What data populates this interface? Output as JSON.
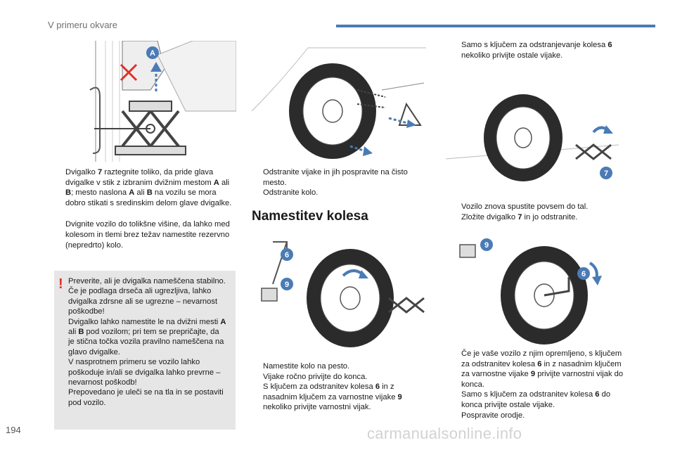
{
  "header": {
    "title": "V primeru okvare"
  },
  "page_number": "194",
  "watermark": "carmanualsonline.info",
  "figures": {
    "jack": {
      "callout": "A"
    },
    "remove_wheel": {},
    "lower": {
      "callout": "7"
    },
    "fit_wheel": {
      "callout_a": "6",
      "callout_b": "9"
    },
    "tighten": {
      "callout_a": "9",
      "callout_b": "6"
    }
  },
  "col1": {
    "b1": {
      "p1": "Dvigalko ",
      "n1": "7",
      "p2": " raztegnite toliko, da pride glava dvigalke v stik z izbranim dvižnim mestom ",
      "n2": "A",
      "p3": " ali ",
      "n3": "B",
      "p4": "; mesto naslona ",
      "n4": "A",
      "p5": " ali ",
      "n5": "B",
      "p6": " na vozilu se mora dobro stikati s sredinskim delom glave dvigalke."
    },
    "b2": "Dvignite vozilo do tolikšne višine, da lahko med kolesom in tlemi brez težav namestite rezervno (nepredrto) kolo."
  },
  "warning": {
    "icon": "!",
    "s1": "Preverite, ali je dvigalka nameščena stabilno. Če je podlaga drseča ali ugrezljiva, lahko dvigalka zdrsne ali se ugrezne – nevarnost poškodbe!",
    "s2a": "Dvigalko lahko namestite le na dvižni mesti ",
    "s2n1": "A",
    "s2b": " ali ",
    "s2n2": "B",
    "s2c": " pod vozilom; pri tem se prepričajte, da je stična točka vozila pravilno nameščena na glavo dvigalke.",
    "s3": "V nasprotnem primeru se vozilo lahko poškoduje in/ali se dvigalka lahko prevrne – nevarnost poškodb!",
    "s4": "Prepovedano je uleči se na tla in se postaviti pod vozilo."
  },
  "col2": {
    "b1": "Odstranite vijake in jih pospravite na čisto mesto.",
    "b2": "Odstranite kolo.",
    "section_title": "Namestitev kolesa",
    "b3": "Namestite kolo na pesto.",
    "b4": "Vijake ročno privijte do konca.",
    "b5": {
      "p1": "S ključem za odstranitev kolesa ",
      "n1": "6",
      "p2": " in z nasadnim ključem za varnostne vijake ",
      "n2": "9",
      "p3": " nekoliko privijte varnostni vijak."
    }
  },
  "col3": {
    "b1": {
      "p1": "Samo s ključem za odstranjevanje kolesa ",
      "n1": "6",
      "p2": " nekoliko privijte ostale vijake."
    },
    "b2": "Vozilo znova spustite povsem do tal.",
    "b3": {
      "p1": "Zložite dvigalko ",
      "n1": "7",
      "p2": " in jo odstranite."
    },
    "b4": {
      "p1": "Če je vaše vozilo z njim opremljeno, s ključem za odstranitev kolesa ",
      "n1": "6",
      "p2": " in z nasadnim ključem za varnostne vijake ",
      "n2": "9",
      "p3": " privijte varnostni vijak do konca."
    },
    "b5": {
      "p1": "Samo s ključem za odstranitev kolesa ",
      "n1": "6",
      "p2": " do konca privijte ostale vijake."
    },
    "b6": "Pospravite orodje."
  },
  "colors": {
    "accent_blue": "#4a7bb5",
    "badge_blue": "#4a7bb5",
    "warning_red": "#e0302a",
    "warning_bg": "#e6e6e6"
  },
  "bullet_marker": ""
}
